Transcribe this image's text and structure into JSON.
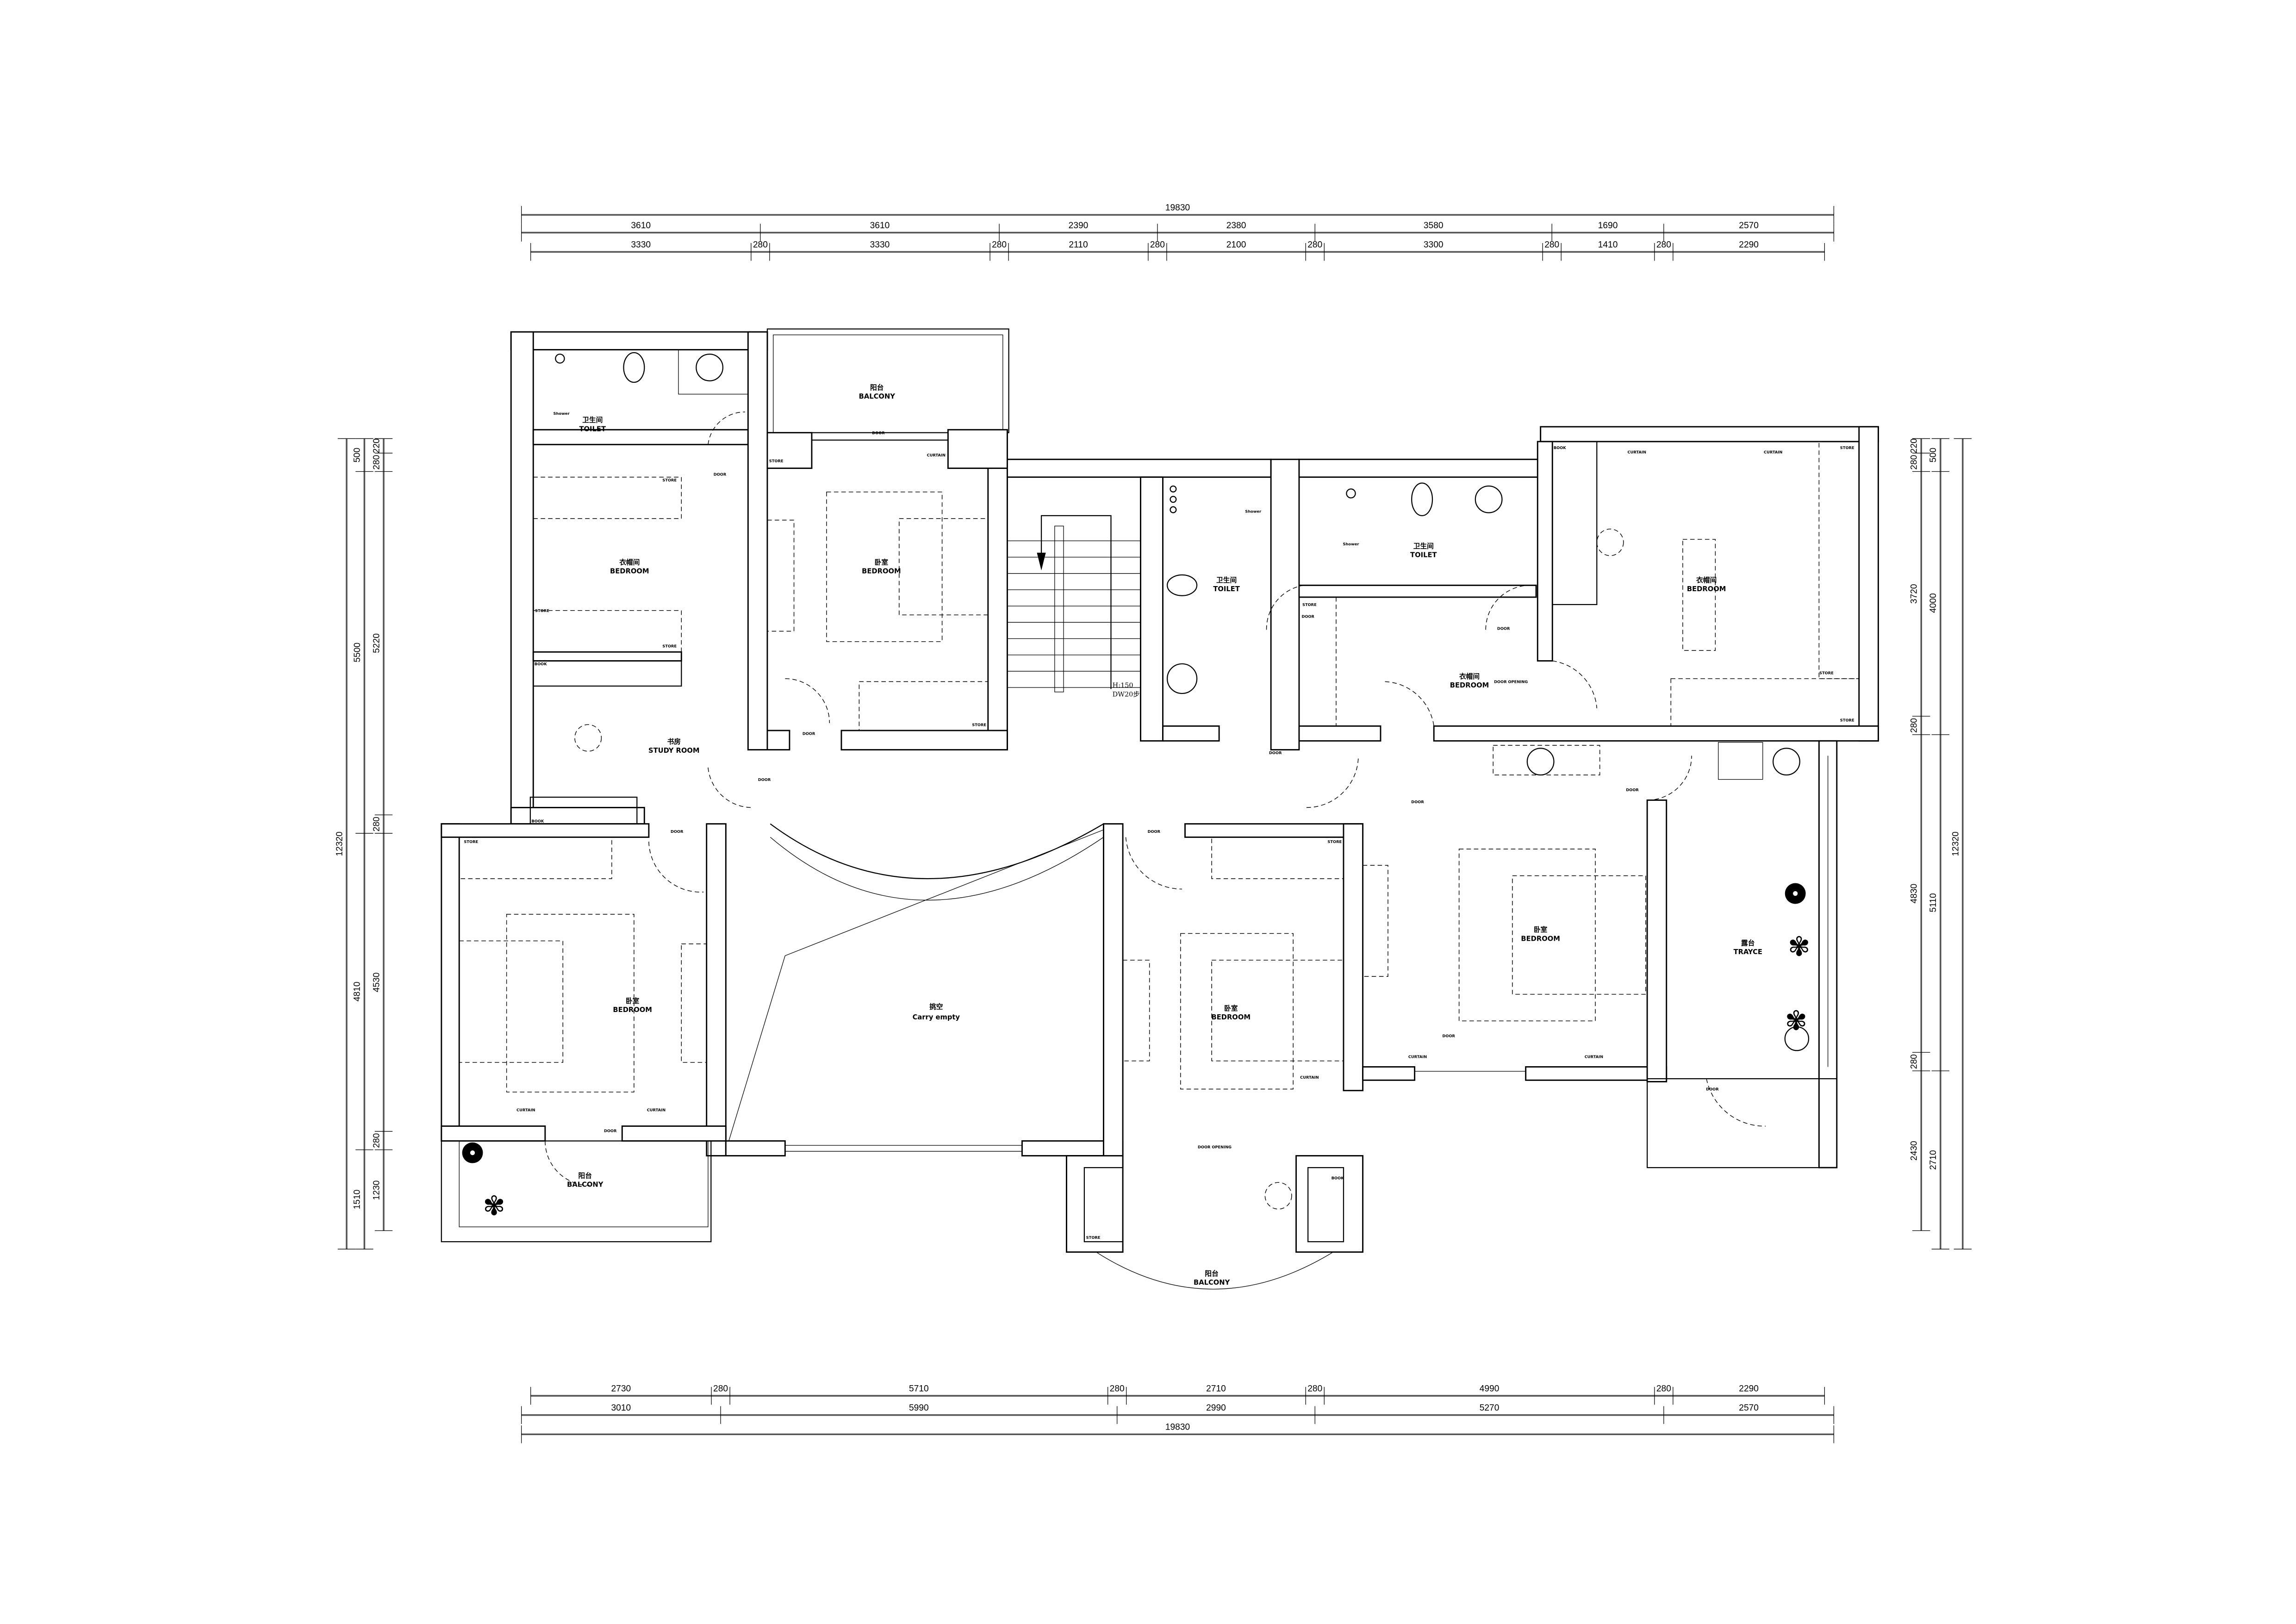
{
  "dimensions": {
    "top": {
      "overall": [
        19830
      ],
      "row2": [
        3610,
        3610,
        2390,
        2380,
        3580,
        1690,
        2570
      ],
      "row3": [
        3330,
        280,
        3330,
        280,
        2110,
        280,
        2100,
        280,
        3300,
        280,
        1410,
        280,
        2290
      ]
    },
    "bottom": {
      "row1": [
        2730,
        280,
        5710,
        280,
        2710,
        280,
        4990,
        280,
        2290
      ],
      "row2": [
        3010,
        5990,
        2990,
        5270,
        2570
      ],
      "overall": [
        19830
      ]
    },
    "left": {
      "overall": [
        12320
      ],
      "col1": [
        500,
        5500,
        4810,
        1510
      ],
      "col2": [
        220,
        280,
        5220,
        280,
        4530,
        280,
        1230
      ]
    },
    "right": {
      "inner": [
        220,
        280,
        3720,
        280,
        4830,
        280,
        2430
      ],
      "middle": [
        500,
        4000,
        5110,
        2710
      ],
      "overall": [
        12320
      ]
    }
  },
  "rooms": {
    "toilet_tl": {
      "cn": "卫生间",
      "en": "TOILET"
    },
    "closet_tl": {
      "cn": "衣帽间",
      "en": "BEDROOM"
    },
    "study": {
      "cn": "书房",
      "en": "STUDY ROOM"
    },
    "balcony_top": {
      "cn": "阳台",
      "en": "BALCONY"
    },
    "bedroom_top": {
      "cn": "卧室",
      "en": "BEDROOM"
    },
    "toilet_mid": {
      "cn": "卫生间",
      "en": "TOILET"
    },
    "toilet_right": {
      "cn": "卫生间",
      "en": "TOILET"
    },
    "closet_mid": {
      "cn": "衣帽间",
      "en": "BEDROOM"
    },
    "closet_right": {
      "cn": "衣帽间",
      "en": "BEDROOM"
    },
    "bedroom_left": {
      "cn": "卧室",
      "en": "BEDROOM"
    },
    "balcony_left": {
      "cn": "阳台",
      "en": "BALCONY"
    },
    "void": {
      "cn": "挑空",
      "en": "Carry empty"
    },
    "bedroom_mid": {
      "cn": "卧室",
      "en": "BEDROOM"
    },
    "balcony_bottom": {
      "cn": "阳台",
      "en": "BALCONY"
    },
    "bedroom_right": {
      "cn": "卧室",
      "en": "BEDROOM"
    },
    "terrace": {
      "cn": "露台",
      "en": "TRAYCE"
    }
  },
  "stair": {
    "height": "H:150",
    "steps": "DW20步"
  },
  "labels": {
    "door": "DOOR",
    "door_opening": "DOOR OPENING",
    "store": "STORE",
    "book": "BOOK",
    "curtain": "CURTAIN",
    "shower": "Shower"
  }
}
